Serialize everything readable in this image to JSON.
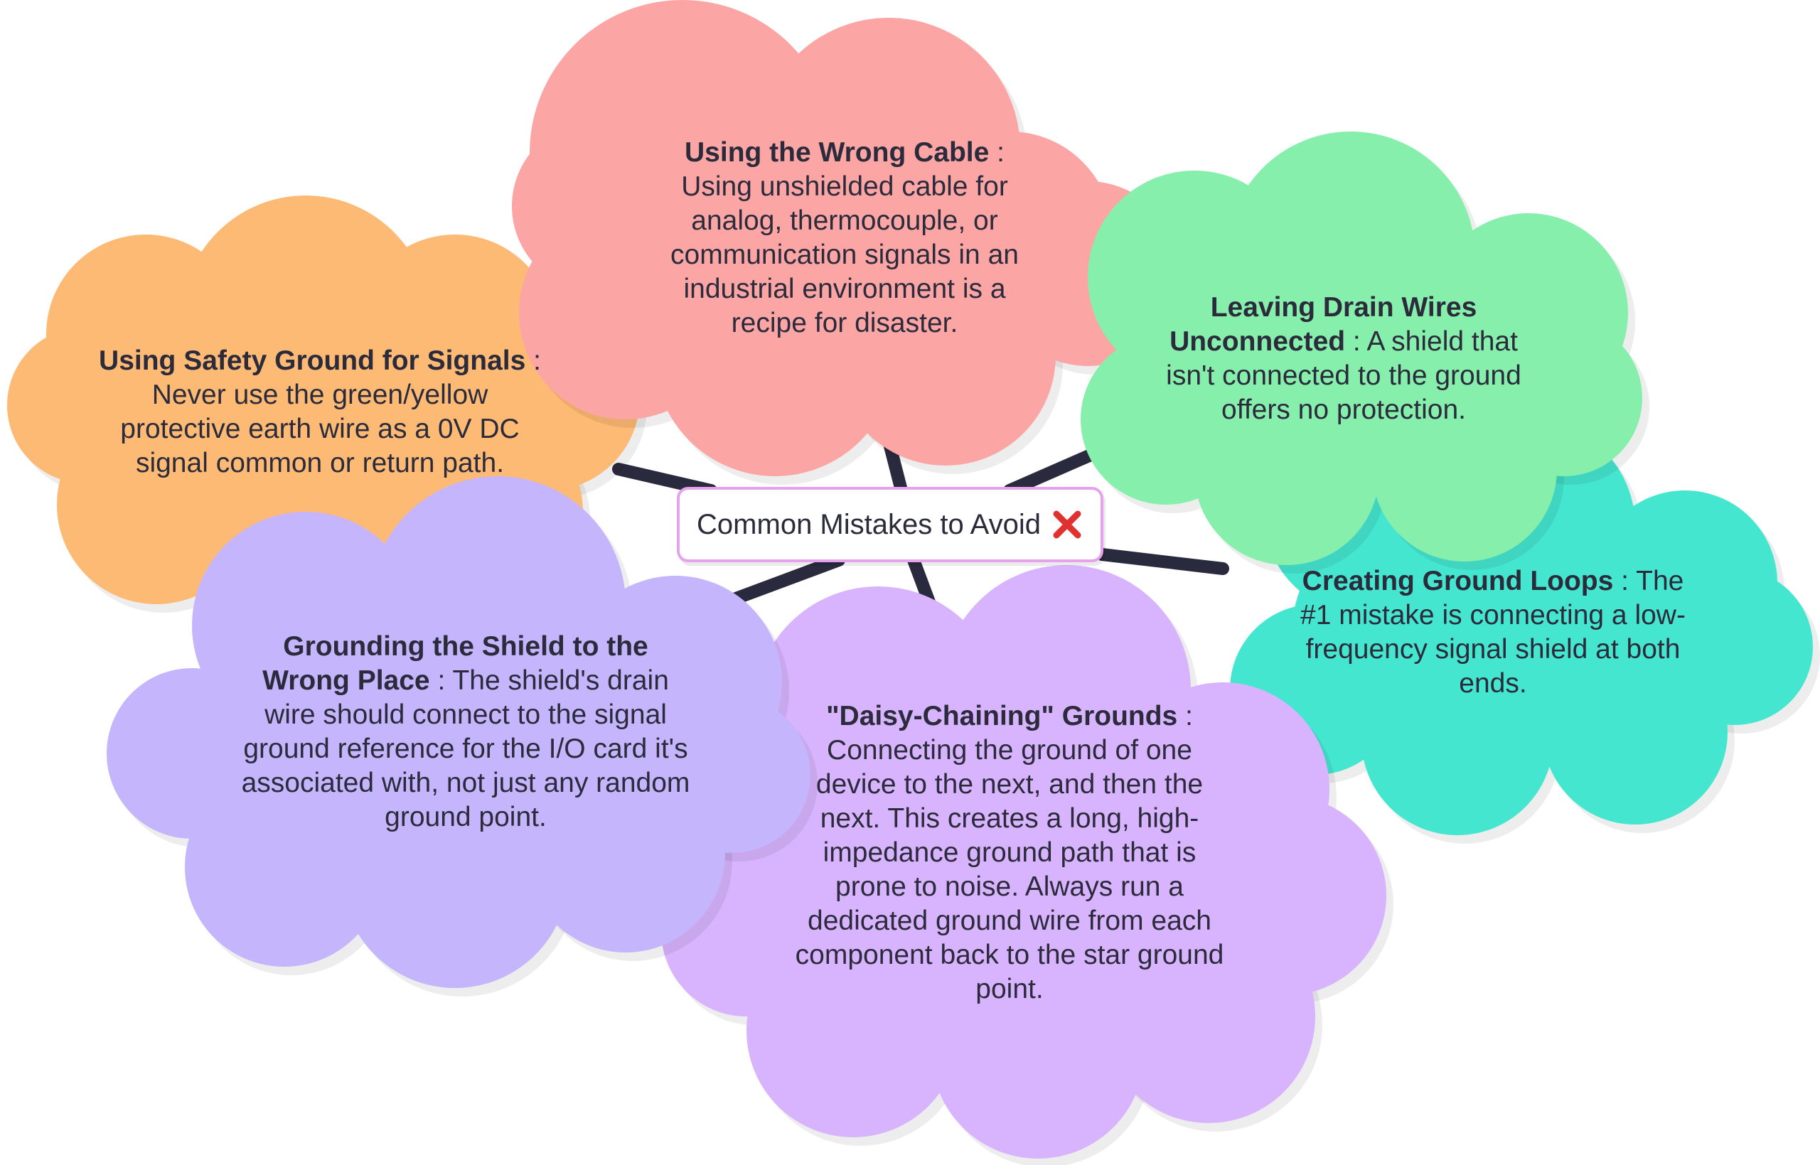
{
  "center": {
    "label": "Common Mistakes to Avoid",
    "icon": "cross-mark-icon",
    "border_color": "#e7a2ee",
    "icon_color": "#e0302f"
  },
  "line_color": "#2a2a3e",
  "nodes": [
    {
      "key": "wrong-cable",
      "color": "#fca5a5",
      "heading": "Using the Wrong Cable",
      "sep": " : ",
      "body": "Using unshielded cable for analog, thermocouple, or communication signals in an industrial environment is a recipe for disaster."
    },
    {
      "key": "safety-ground",
      "color": "#fdba74",
      "heading": "Using Safety Ground for Signals",
      "sep": " : ",
      "body": "Never use the green/yellow protective earth wire as a 0V DC signal common or return path."
    },
    {
      "key": "drain-wires",
      "color": "#86efac",
      "heading": "Leaving Drain Wires Unconnected",
      "sep": " : ",
      "body": "A shield that isn't connected to the ground offers no protection."
    },
    {
      "key": "ground-loops",
      "color": "#45e6cf",
      "heading": "Creating Ground Loops",
      "sep": " : ",
      "body": "The #1 mistake is connecting a low-frequency signal shield at both ends."
    },
    {
      "key": "daisy-chaining",
      "color": "#d8b4fe",
      "heading": "\"Daisy-Chaining\" Grounds",
      "sep": " : ",
      "body": "Connecting the ground of one device to the next, and then the next. This creates a long, high-impedance ground path that is prone to noise. Always run a dedicated ground wire from each component back to the star ground point."
    },
    {
      "key": "shield-wrong-place",
      "color": "#c4b5fd",
      "heading": "Grounding the Shield to the Wrong Place",
      "sep": " : ",
      "body": "The shield's drain wire should connect to the signal ground reference for the I/O card it's associated with, not just any random ground point."
    }
  ]
}
